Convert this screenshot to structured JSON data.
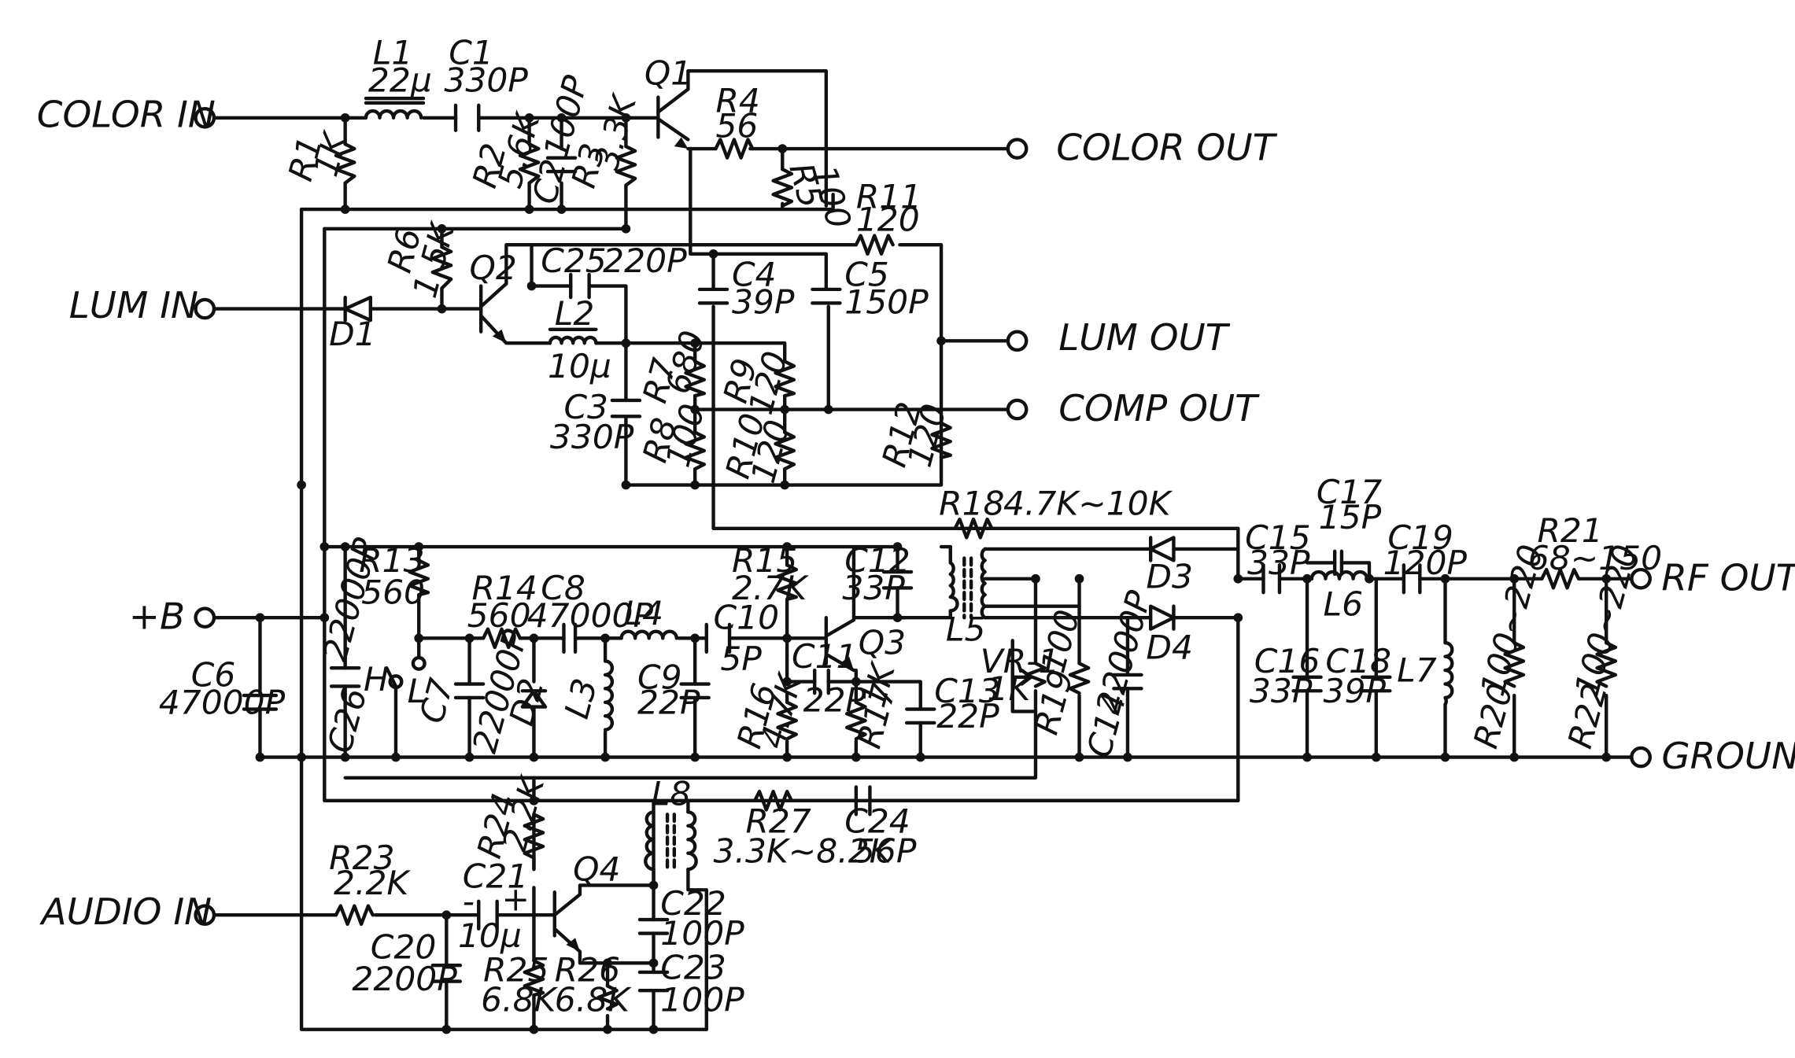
{
  "colors": {
    "ink": "#111111",
    "paper": "#ffffff"
  },
  "ports": {
    "color_in": "COLOR IN",
    "color_out": "COLOR OUT",
    "lum_in": "LUM IN",
    "lum_out": "LUM OUT",
    "comp_out": "COMP OUT",
    "plus_b": "+B",
    "rf_out": "RF OUT",
    "ground": "GROUND",
    "audio_in": "AUDIO IN"
  },
  "parts": {
    "L1": {
      "ref": "L1",
      "val": "22µ"
    },
    "C1": {
      "ref": "C1",
      "val": "330P"
    },
    "R1": {
      "ref": "R1",
      "val": "1K"
    },
    "R2": {
      "ref": "R2",
      "val": "5.6K"
    },
    "C2": {
      "ref": "C2",
      "val": "100P"
    },
    "R3": {
      "ref": "R3",
      "val": "3.3K"
    },
    "Q1": {
      "ref": "Q1"
    },
    "R4": {
      "ref": "R4",
      "val": "56"
    },
    "R5": {
      "ref": "R5",
      "val": "100"
    },
    "R11": {
      "ref": "R11",
      "val": "120"
    },
    "R6": {
      "ref": "R6",
      "val": "1.5K"
    },
    "Q2": {
      "ref": "Q2"
    },
    "D1": {
      "ref": "D1"
    },
    "C25": {
      "ref": "C25",
      "val": "220P"
    },
    "L2": {
      "ref": "L2",
      "val": "10µ"
    },
    "C4": {
      "ref": "C4",
      "val": "39P"
    },
    "C5": {
      "ref": "C5",
      "val": "150P"
    },
    "R7": {
      "ref": "R7",
      "val": "680"
    },
    "R9": {
      "ref": "R9",
      "val": "120"
    },
    "C3": {
      "ref": "C3",
      "val": "330P"
    },
    "R8": {
      "ref": "R8",
      "val": "100"
    },
    "R10": {
      "ref": "R10",
      "val": "120"
    },
    "R12": {
      "ref": "R12",
      "val": "120"
    },
    "R18": {
      "ref": "R18",
      "val": "4.7K~10K"
    },
    "R13": {
      "ref": "R13",
      "val": "560"
    },
    "R14": {
      "ref": "R14",
      "val": "560"
    },
    "C8": {
      "ref": "C8",
      "val": "47000P"
    },
    "L4": {
      "ref": "L4"
    },
    "C10": {
      "ref": "C10",
      "val": "5P"
    },
    "R15": {
      "ref": "R15",
      "val": "2.7K"
    },
    "C12": {
      "ref": "C12",
      "val": "33P"
    },
    "L5": {
      "ref": "L5"
    },
    "D3": {
      "ref": "D3"
    },
    "D4": {
      "ref": "D4"
    },
    "C15": {
      "ref": "C15",
      "val": "33P"
    },
    "C17": {
      "ref": "C17",
      "val": "15P"
    },
    "L6": {
      "ref": "L6"
    },
    "C19": {
      "ref": "C19",
      "val": "120P"
    },
    "R21": {
      "ref": "R21",
      "val": "68~150"
    },
    "C6": {
      "ref": "C6",
      "val": "47000P"
    },
    "C26": {
      "ref": "C26",
      "val": "22000P"
    },
    "H": {
      "ref": "H"
    },
    "L": {
      "ref": "L"
    },
    "C7": {
      "ref": "C7",
      "val": "22000P"
    },
    "D2": {
      "ref": "D2"
    },
    "L3": {
      "ref": "L3"
    },
    "C9": {
      "ref": "C9",
      "val": "22P"
    },
    "C11": {
      "ref": "C11",
      "val": "22P"
    },
    "Q3": {
      "ref": "Q3"
    },
    "R16": {
      "ref": "R16",
      "val": "4.7K"
    },
    "R17": {
      "ref": "R17",
      "val": "1K"
    },
    "C13": {
      "ref": "C13",
      "val": "22P"
    },
    "VR1": {
      "ref": "VR-1",
      "val": "1K"
    },
    "R19": {
      "ref": "R19",
      "val": "100"
    },
    "C14": {
      "ref": "C14",
      "val": "22000P"
    },
    "C16": {
      "ref": "C16",
      "val": "33P"
    },
    "C18": {
      "ref": "C18",
      "val": "39P"
    },
    "L7": {
      "ref": "L7"
    },
    "R20": {
      "ref": "R20",
      "val": "100~220"
    },
    "R22": {
      "ref": "R22",
      "val": "100~220"
    },
    "R24": {
      "ref": "R24",
      "val": "2.2K"
    },
    "L8": {
      "ref": "L8"
    },
    "R27": {
      "ref": "R27",
      "val": "3.3K~8.2K"
    },
    "C24": {
      "ref": "C24",
      "val": "56P"
    },
    "R23": {
      "ref": "R23",
      "val": "2.2K"
    },
    "C21": {
      "ref": "C21",
      "val": "10µ",
      "minus": "-",
      "plus": "+"
    },
    "Q4": {
      "ref": "Q4"
    },
    "C22": {
      "ref": "C22",
      "val": "100P"
    },
    "C20": {
      "ref": "C20",
      "val": "2200P"
    },
    "R25": {
      "ref": "R25",
      "val": "6.8K"
    },
    "R26": {
      "ref": "R26",
      "val": "6.8K"
    },
    "C23": {
      "ref": "C23",
      "val": "100P"
    }
  }
}
